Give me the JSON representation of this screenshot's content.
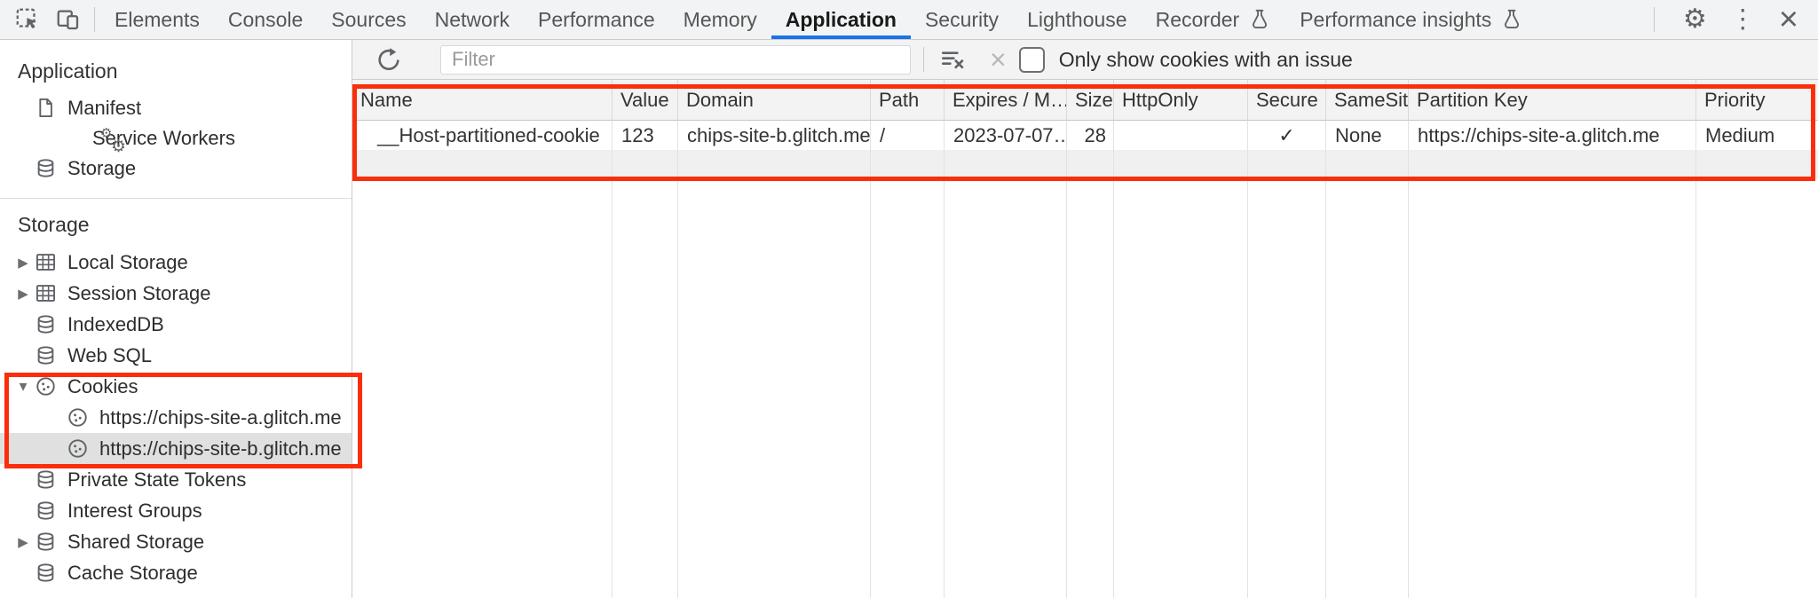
{
  "toolbar_top": {
    "tabs": [
      {
        "label": "Elements"
      },
      {
        "label": "Console"
      },
      {
        "label": "Sources"
      },
      {
        "label": "Network"
      },
      {
        "label": "Performance"
      },
      {
        "label": "Memory"
      },
      {
        "label": "Application",
        "selected": true
      },
      {
        "label": "Security"
      },
      {
        "label": "Lighthouse"
      },
      {
        "label": "Recorder",
        "flask": true
      },
      {
        "label": "Performance insights",
        "flask": true
      }
    ],
    "selected_tab": "Application",
    "accent_color": "#1a73e8",
    "icons": {
      "settings_glyph": "⚙",
      "more_glyph": "⋮",
      "close_glyph": "×"
    }
  },
  "sidebar": {
    "sections": [
      {
        "title": "Application",
        "items": [
          {
            "label": "Manifest",
            "icon": "document-icon"
          },
          {
            "label": "Service Workers",
            "icon": "gears-icon"
          },
          {
            "label": "Storage",
            "icon": "database-icon"
          }
        ]
      },
      {
        "title": "Storage",
        "items": [
          {
            "label": "Local Storage",
            "icon": "table-icon",
            "expander": "▶"
          },
          {
            "label": "Session Storage",
            "icon": "table-icon",
            "expander": "▶"
          },
          {
            "label": "IndexedDB",
            "icon": "database-icon"
          },
          {
            "label": "Web SQL",
            "icon": "database-icon"
          },
          {
            "label": "Cookies",
            "icon": "cookie-icon",
            "expander": "▼"
          },
          {
            "label": "https://chips-site-a.glitch.me",
            "icon": "cookie-icon",
            "child": true
          },
          {
            "label": "https://chips-site-b.glitch.me",
            "icon": "cookie-icon",
            "child": true,
            "selected": true
          },
          {
            "label": "Private State Tokens",
            "icon": "database-icon"
          },
          {
            "label": "Interest Groups",
            "icon": "database-icon"
          },
          {
            "label": "Shared Storage",
            "icon": "database-icon",
            "expander": "▶"
          },
          {
            "label": "Cache Storage",
            "icon": "database-icon"
          }
        ]
      }
    ]
  },
  "cookies_toolbar": {
    "filter_placeholder": "Filter",
    "checkbox_label": "Only show cookies with an issue",
    "checkbox_checked": false,
    "clear_x_glyph": "×"
  },
  "cookie_table": {
    "columns": [
      "Name",
      "Value",
      "Domain",
      "Path",
      "Expires / M…",
      "Size",
      "HttpOnly",
      "Secure",
      "SameSite",
      "Partition Key",
      "Priority"
    ],
    "rows": [
      {
        "name": "__Host-partitioned-cookie",
        "value": "123",
        "domain": "chips-site-b.glitch.me",
        "path": "/",
        "expires": "2023-07-07…",
        "size": "28",
        "http_only": "",
        "secure": "✓",
        "same_site": "None",
        "partition_key": "https://chips-site-a.glitch.me",
        "priority": "Medium"
      }
    ]
  },
  "annotations": {
    "highlight_color": "#fb2e0c",
    "highlighted_regions": [
      "cookie-table",
      "sidebar-cookies-group"
    ]
  }
}
